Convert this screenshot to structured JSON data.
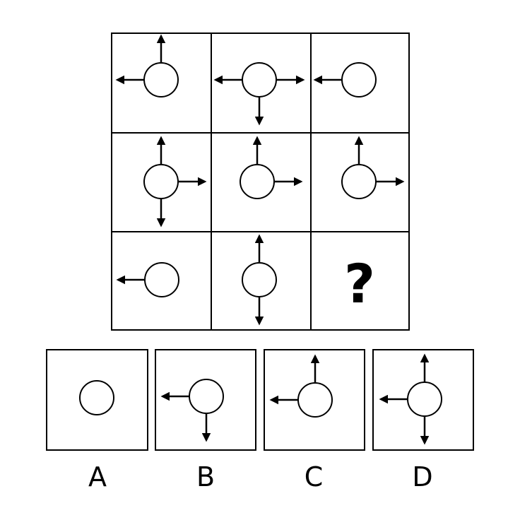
{
  "puzzle": {
    "grid": [
      [
        {
          "arrows": [
            "up",
            "left"
          ]
        },
        {
          "arrows": [
            "left",
            "right",
            "down"
          ]
        },
        {
          "arrows": [
            "left"
          ]
        }
      ],
      [
        {
          "arrows": [
            "up",
            "right",
            "down"
          ]
        },
        {
          "arrows": [
            "up",
            "right"
          ]
        },
        {
          "arrows": [
            "up",
            "right"
          ]
        }
      ],
      [
        {
          "arrows": [
            "left"
          ]
        },
        {
          "arrows": [
            "up",
            "down"
          ]
        },
        {
          "question": "?"
        }
      ]
    ],
    "options": [
      {
        "label": "A",
        "arrows": []
      },
      {
        "label": "B",
        "arrows": [
          "left",
          "down"
        ]
      },
      {
        "label": "C",
        "arrows": [
          "left",
          "up"
        ]
      },
      {
        "label": "D",
        "arrows": [
          "left",
          "up",
          "down"
        ]
      }
    ],
    "colors": {
      "stroke": "#000000",
      "background": "#ffffff"
    }
  }
}
